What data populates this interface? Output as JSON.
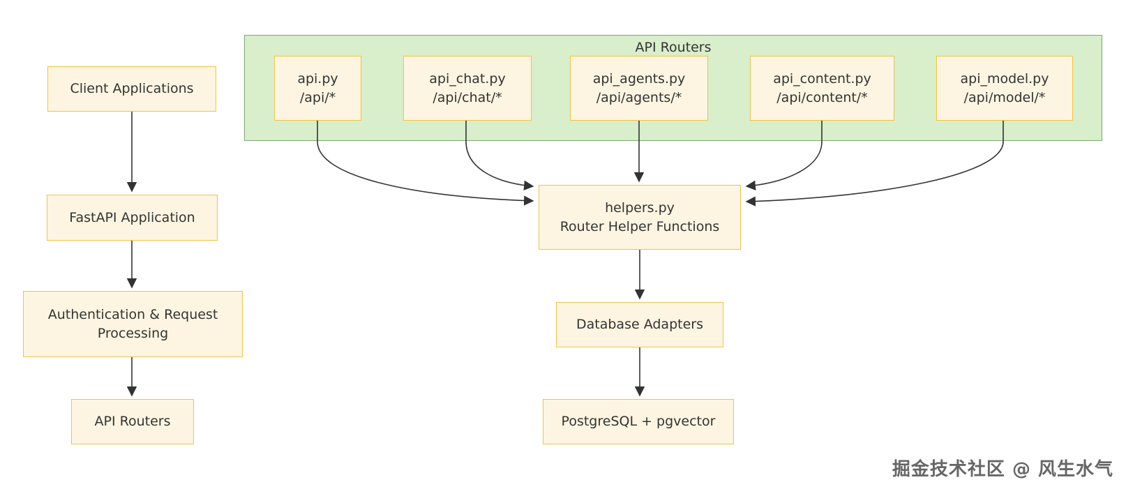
{
  "container": {
    "title": "API Routers"
  },
  "nodes": {
    "client": {
      "label": "Client Applications"
    },
    "fastapi": {
      "label": "FastAPI Application"
    },
    "auth": {
      "label": "Authentication & Request Processing"
    },
    "routers": {
      "label": "API Routers"
    },
    "api": {
      "file": "api.py",
      "route": "/api/*"
    },
    "chat": {
      "file": "api_chat.py",
      "route": "/api/chat/*"
    },
    "agents": {
      "file": "api_agents.py",
      "route": "/api/agents/*"
    },
    "content": {
      "file": "api_content.py",
      "route": "/api/content/*"
    },
    "model": {
      "file": "api_model.py",
      "route": "/api/model/*"
    },
    "helpers": {
      "file": "helpers.py",
      "desc": "Router Helper Functions"
    },
    "db": {
      "label": "Database Adapters"
    },
    "pg": {
      "label": "PostgreSQL + pgvector"
    }
  },
  "edges": [
    {
      "from": "client",
      "to": "fastapi"
    },
    {
      "from": "fastapi",
      "to": "auth"
    },
    {
      "from": "auth",
      "to": "routers"
    },
    {
      "from": "api",
      "to": "helpers"
    },
    {
      "from": "chat",
      "to": "helpers"
    },
    {
      "from": "agents",
      "to": "helpers"
    },
    {
      "from": "content",
      "to": "helpers"
    },
    {
      "from": "model",
      "to": "helpers"
    },
    {
      "from": "helpers",
      "to": "db"
    },
    {
      "from": "db",
      "to": "pg"
    }
  ],
  "watermark": {
    "text": "掘金技术社区 @ 风生水气"
  },
  "colors": {
    "node_fill": "#fdf5e1",
    "node_border": "#eec34c",
    "container_fill": "#d9eecb",
    "container_border": "#7aa874",
    "arrow": "#333333",
    "text": "#333333",
    "watermark": "#666666",
    "bg": "#ffffff"
  }
}
